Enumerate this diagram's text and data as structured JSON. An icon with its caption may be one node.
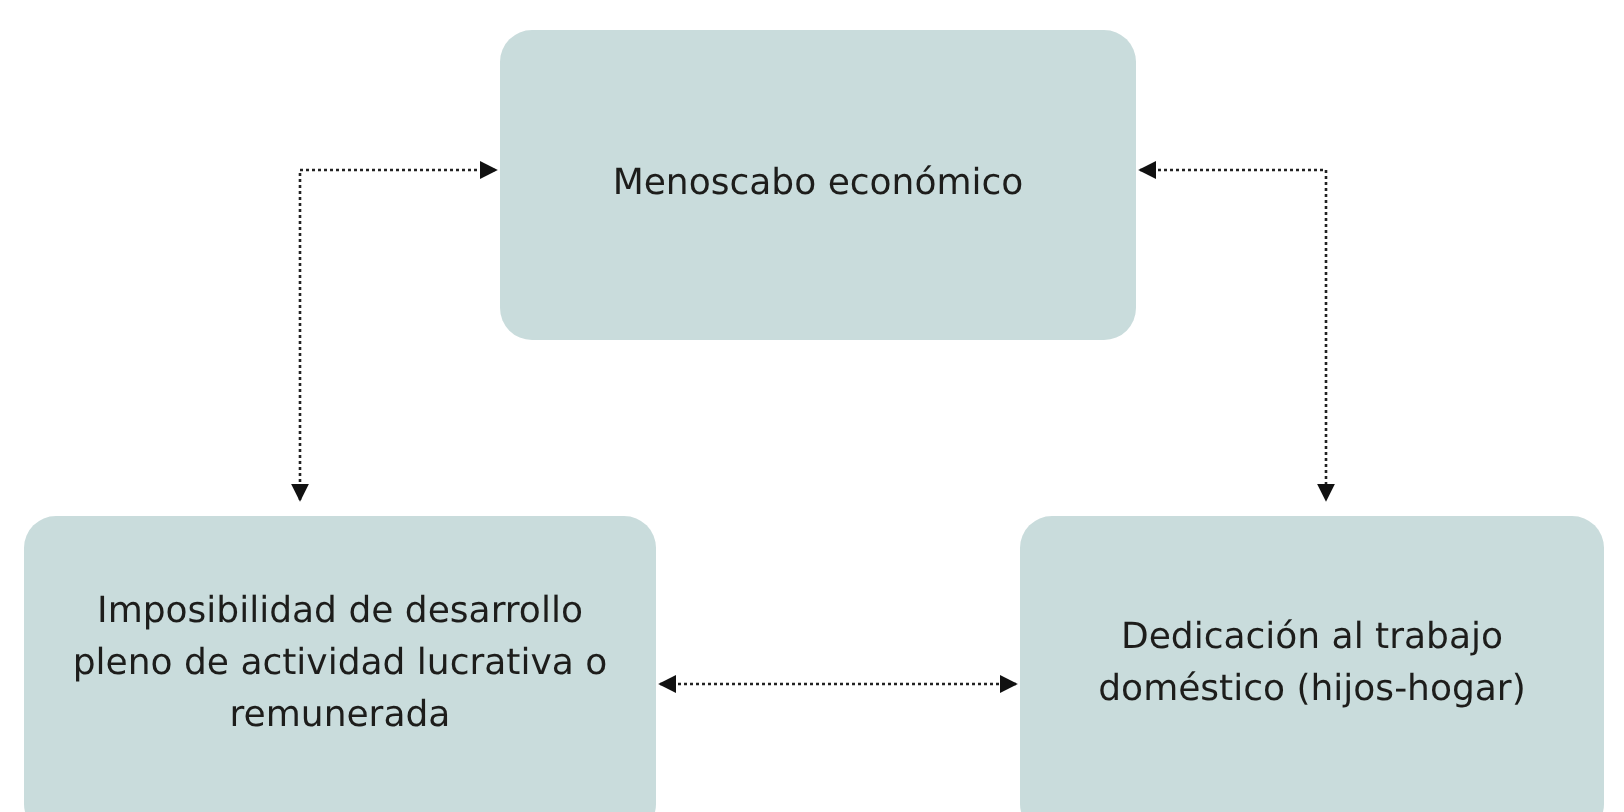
{
  "diagram": {
    "nodes": [
      {
        "text": [
          "Menoscabo económico"
        ]
      },
      {
        "text": [
          "Imposibilidad de desarrollo pleno de actividad lucrativa o remunerada"
        ]
      },
      {
        "text": [
          "Dedicación al trabajo doméstico (hijos-hogar)"
        ]
      }
    ],
    "edges": [
      {
        "from": 1,
        "to": 0,
        "arrow": "both",
        "style": "dashed"
      },
      {
        "from": 0,
        "to": 2,
        "arrow": "both",
        "style": "dashed"
      },
      {
        "from": 1,
        "to": 2,
        "arrow": "both",
        "style": "dashed"
      }
    ]
  }
}
